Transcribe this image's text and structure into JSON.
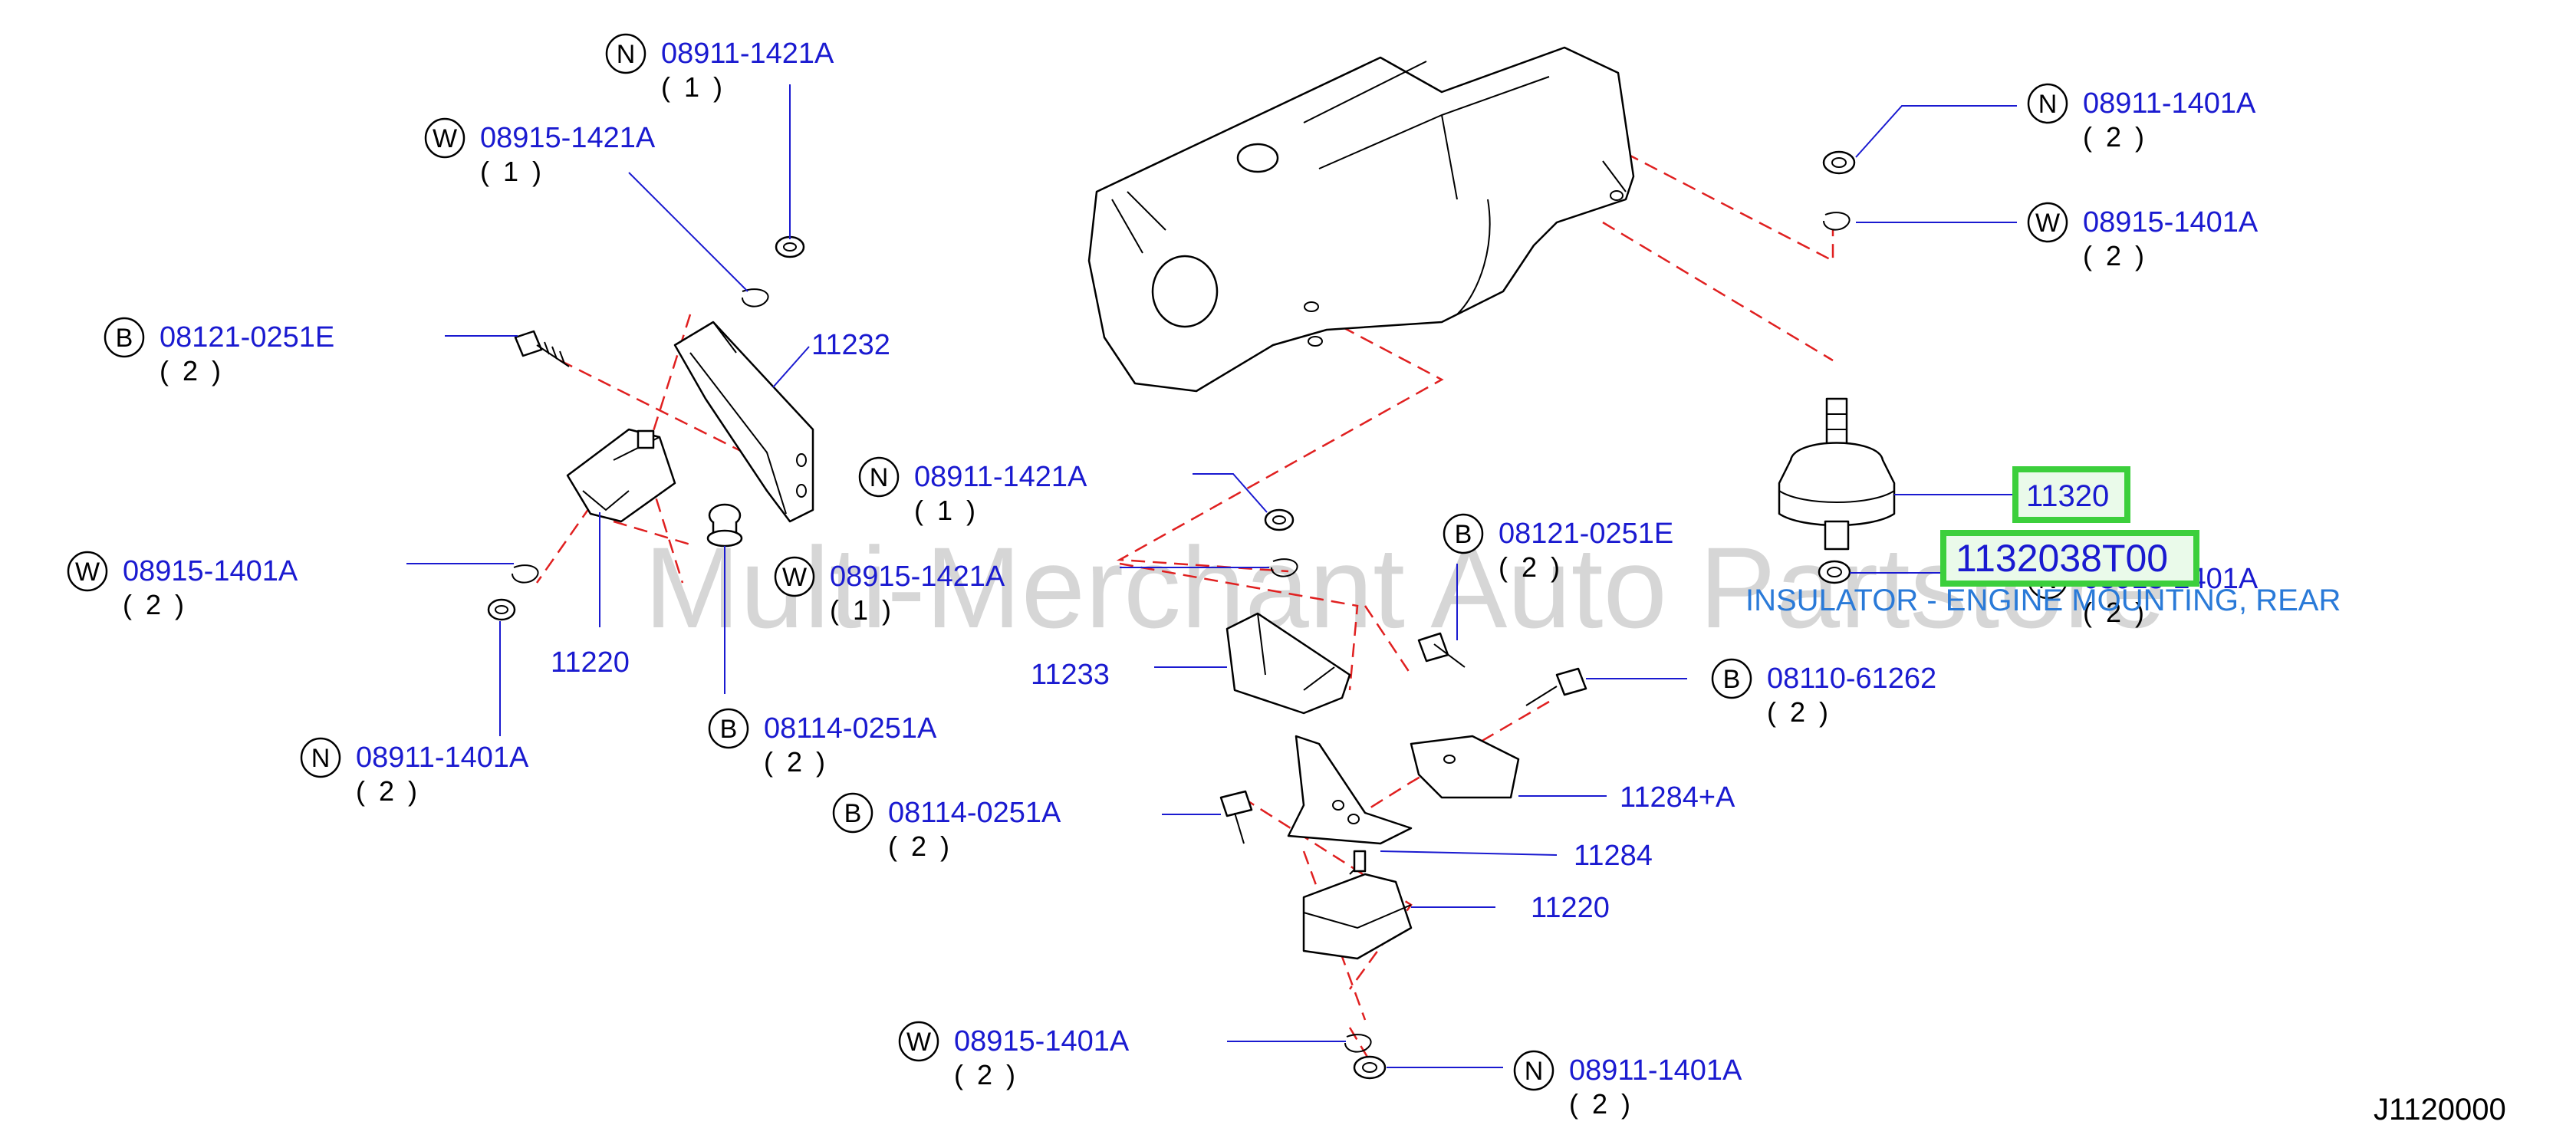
{
  "diagram_code": "J1120000",
  "watermark": "Multi-Merchant Auto Partstore",
  "highlight": {
    "part_number": "11320",
    "full_part_number": "1132038T00",
    "description": "INSULATOR - ENGINE MOUNTING, REAR"
  },
  "callouts": [
    {
      "id": "c1",
      "letter": "N",
      "part": "08911-1421A",
      "qty": "( 1 )"
    },
    {
      "id": "c2",
      "letter": "W",
      "part": "08915-1421A",
      "qty": "( 1 )"
    },
    {
      "id": "c3",
      "letter": "B",
      "part": "08121-0251E",
      "qty": "( 2 )"
    },
    {
      "id": "c4",
      "letter": "W",
      "part": "08915-1401A",
      "qty": "( 2 )"
    },
    {
      "id": "c5",
      "letter": "N",
      "part": "08911-1401A",
      "qty": "( 2 )"
    },
    {
      "id": "c6",
      "letter": "B",
      "part": "08114-0251A",
      "qty": "( 2 )"
    },
    {
      "id": "c7",
      "letter": "N",
      "part": "08911-1421A",
      "qty": "( 1 )"
    },
    {
      "id": "c8",
      "letter": "W",
      "part": "08915-1421A",
      "qty": "( 1 )"
    },
    {
      "id": "c9",
      "letter": "B",
      "part": "08114-0251A",
      "qty": "( 2 )"
    },
    {
      "id": "c10",
      "letter": "B",
      "part": "08121-0251E",
      "qty": "( 2 )"
    },
    {
      "id": "c11",
      "letter": "B",
      "part": "08110-61262",
      "qty": "( 2 )"
    },
    {
      "id": "c12",
      "letter": "W",
      "part": "08915-1401A",
      "qty": "( 2 )"
    },
    {
      "id": "c13",
      "letter": "N",
      "part": "08911-1401A",
      "qty": "( 2 )"
    },
    {
      "id": "c14",
      "letter": "N",
      "part": "08911-1401A",
      "qty": "( 2 )"
    },
    {
      "id": "c15",
      "letter": "W",
      "part": "08915-1401A",
      "qty": "( 2 )"
    },
    {
      "id": "c16",
      "letter": "N",
      "part": "08918-2401A",
      "qty": "( 2 )"
    }
  ],
  "part_labels": [
    {
      "id": "p1",
      "text": "11232"
    },
    {
      "id": "p2",
      "text": "11220"
    },
    {
      "id": "p3",
      "text": "11233"
    },
    {
      "id": "p4",
      "text": "11284+A"
    },
    {
      "id": "p5",
      "text": "11284"
    },
    {
      "id": "p6",
      "text": "11220"
    }
  ]
}
